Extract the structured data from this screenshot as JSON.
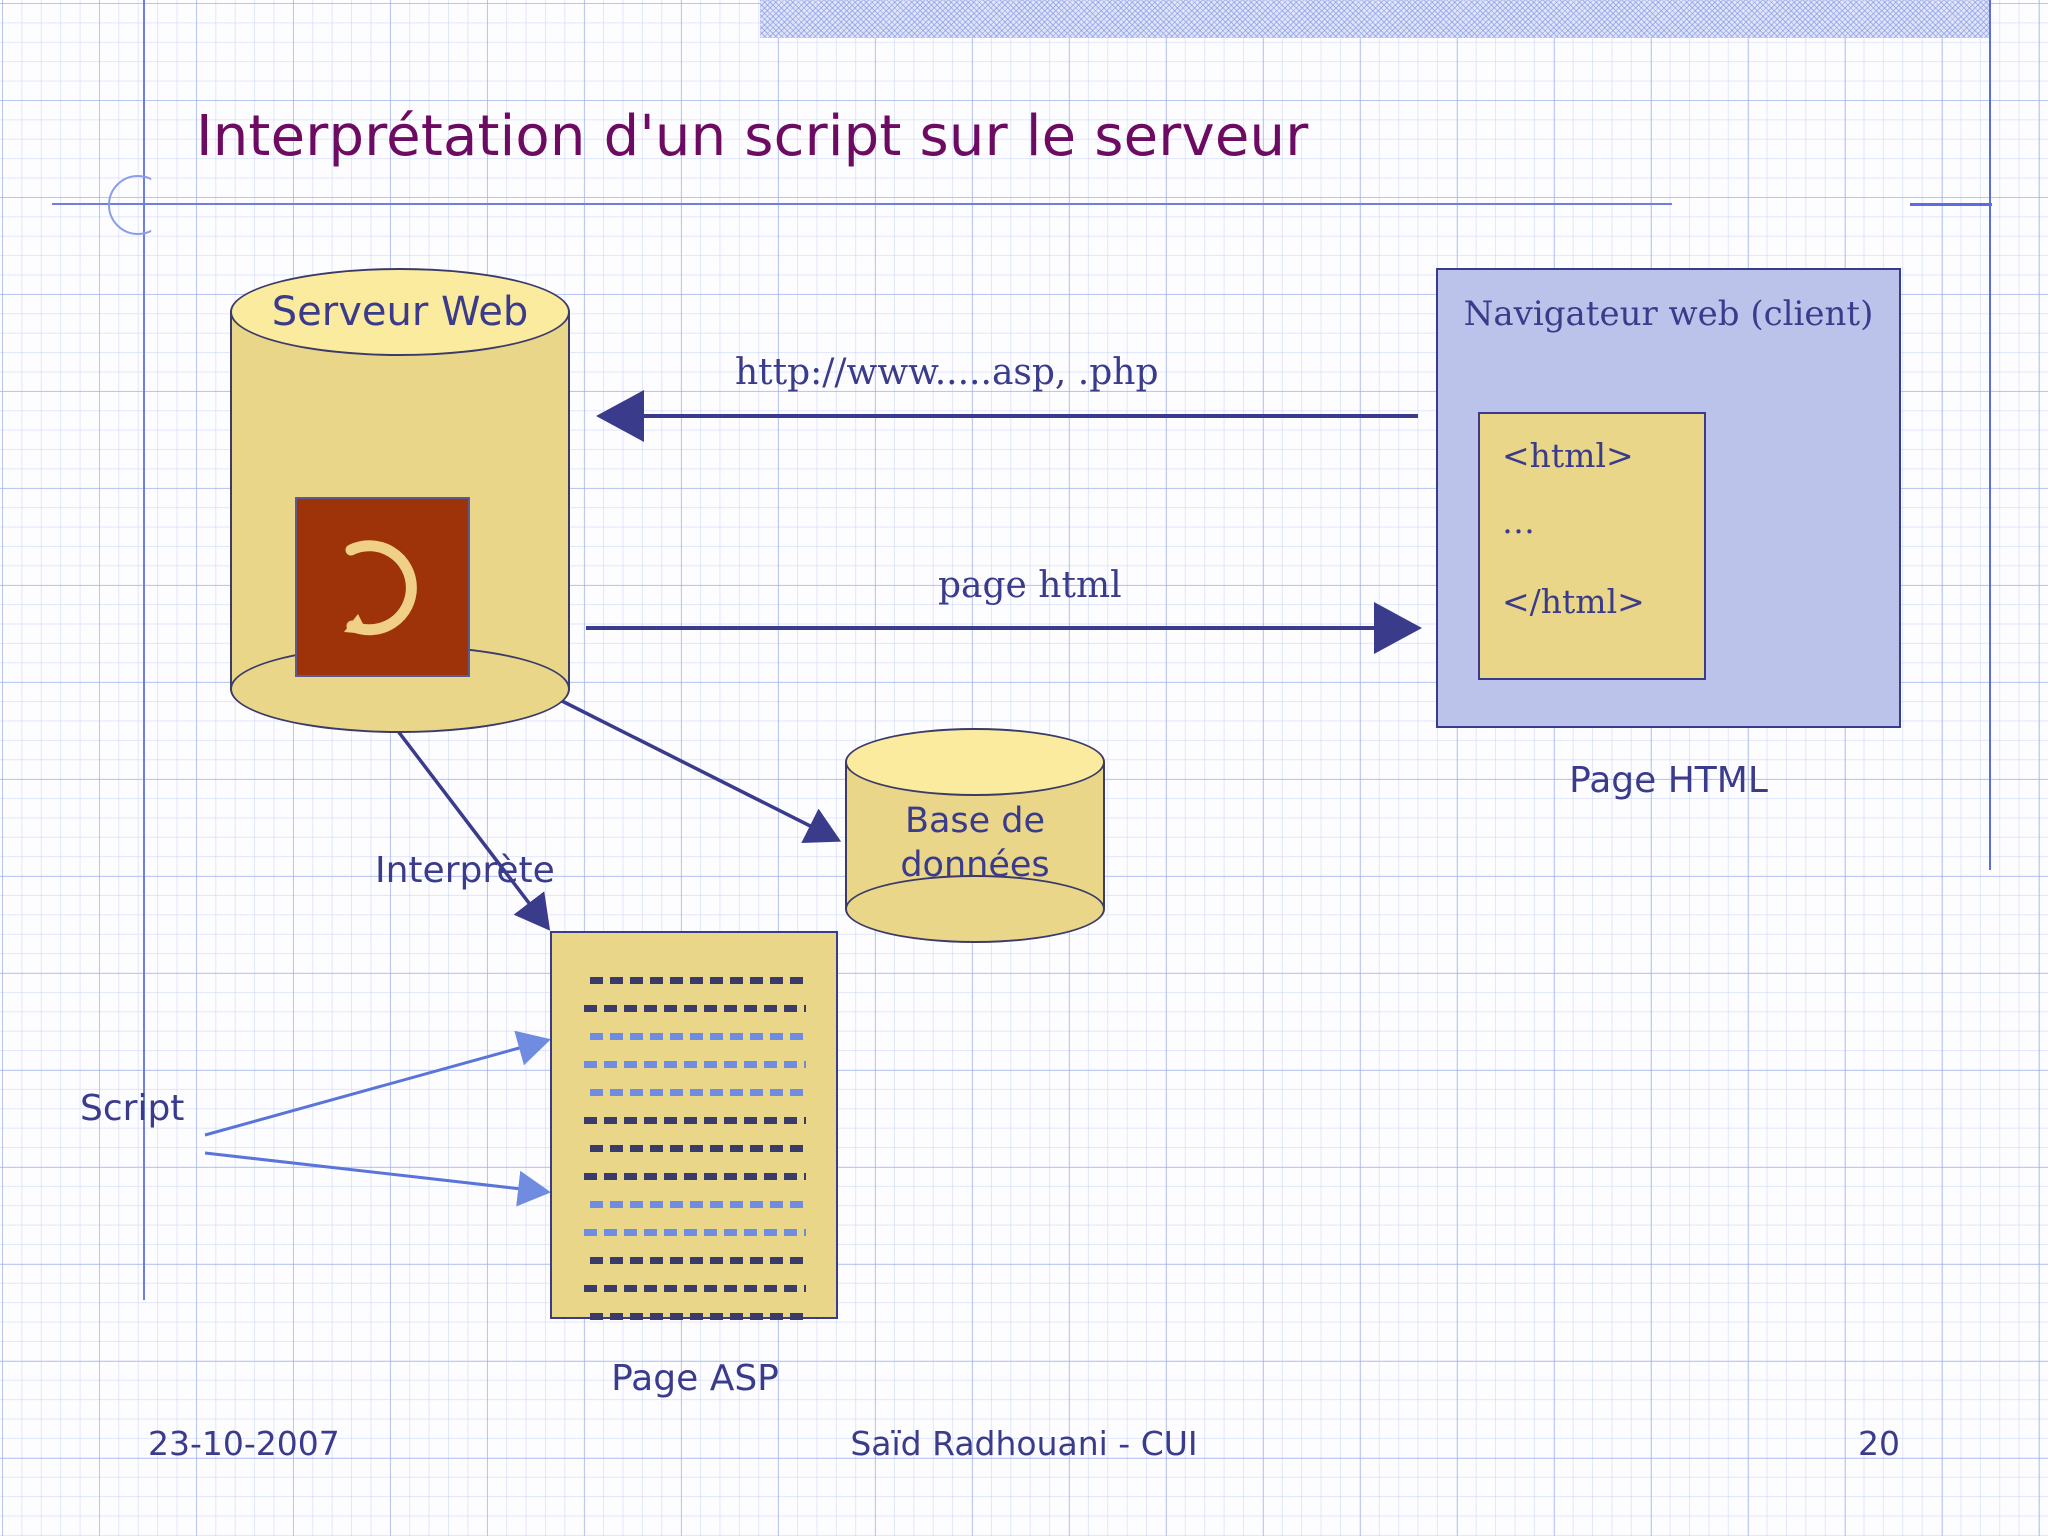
{
  "slide": {
    "title": "Interprétation d'un script sur le serveur",
    "title_color": "#6d0a62",
    "accent_navy": "#3b3b8c",
    "fill_yellow": "#e9d689",
    "fill_yellow_light": "#fbeb9e",
    "fill_lavender": "#bcc3ea",
    "fill_rust": "#9e3208"
  },
  "server": {
    "label": "Serveur Web",
    "icon_name": "circular-arrow-icon"
  },
  "browser": {
    "title": "Navigateur web (client)",
    "code_lines": [
      "<html>",
      "…",
      "</html>"
    ],
    "caption": "Page HTML"
  },
  "database": {
    "label_line1": "Base de",
    "label_line2": "données"
  },
  "asp_document": {
    "caption": "Page ASP",
    "lines": [
      "dark",
      "dark",
      "light",
      "light",
      "light",
      "dark",
      "dark",
      "dark",
      "light",
      "light",
      "dark",
      "dark",
      "dark"
    ]
  },
  "connections": {
    "request_label": "http://www.....asp, .php",
    "response_label": "page html",
    "interpreter_label": "Interprète",
    "script_label": "Script"
  },
  "footer": {
    "date": "23-10-2007",
    "author": "Saïd Radhouani - CUI",
    "page_number": "20"
  }
}
